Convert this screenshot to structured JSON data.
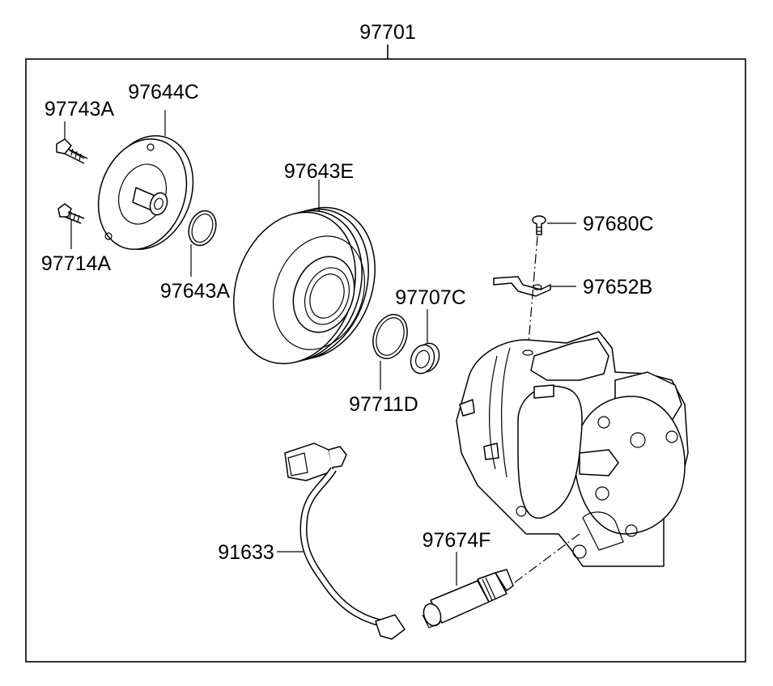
{
  "diagram": {
    "assembly": {
      "part_number": "97701"
    },
    "callouts": {
      "bolt_upper": "97743A",
      "bolt_lower": "97714A",
      "clutch_hub": "97644C",
      "snap_ring_small": "97643A",
      "pulley": "97643E",
      "snap_ring_large": "97711D",
      "shaft_seal": "97707C",
      "bracket_bolt": "97680C",
      "bracket": "97652B",
      "wiring": "91633",
      "pressure_valve": "97674F"
    }
  }
}
